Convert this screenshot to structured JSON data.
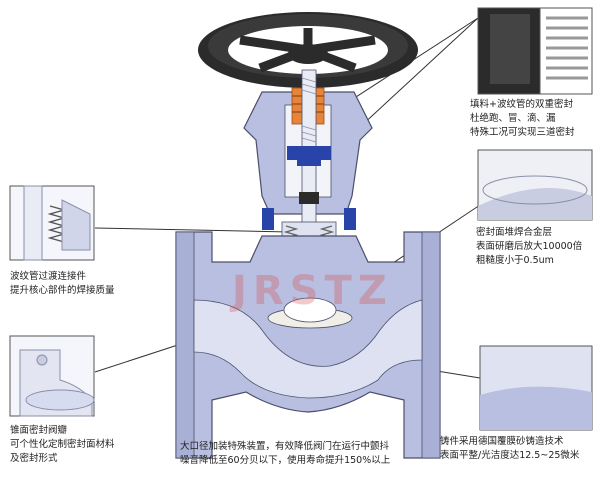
{
  "colors": {
    "body": "#b8bfe0",
    "body_dark": "#8f97c4",
    "outline": "#4a4f6a",
    "handwheel": "#2b2b2b",
    "stem": "#e9ecf5",
    "bolt": "#2844a8",
    "packing": "#e8843a",
    "seal": "#f0eee6",
    "watermark": "#dc3c3c"
  },
  "watermark": "JRSTZ",
  "callouts": {
    "top_right": "填料+波纹管的双重密封\n杜绝跑、冒、滴、漏\n特殊工况可实现三道密封",
    "mid_right": "密封面堆焊合金层\n表面研磨后放大10000倍\n粗糙度小于0.5um",
    "bottom_right": "铸件采用德国覆膜砂铸造技术\n表面平整/光洁度达12.5~25微米",
    "top_left": "波纹管过渡连接件\n提升核心部件的焊接质量",
    "bottom_left": "锥面密封阀瓣\n可个性化定制密封面材料\n及密封形式",
    "bottom_center": "大口径加装特殊装置，有效降低阀门在运行中颤抖\n噪音降低至60分贝以下，使用寿命提升150%以上"
  }
}
